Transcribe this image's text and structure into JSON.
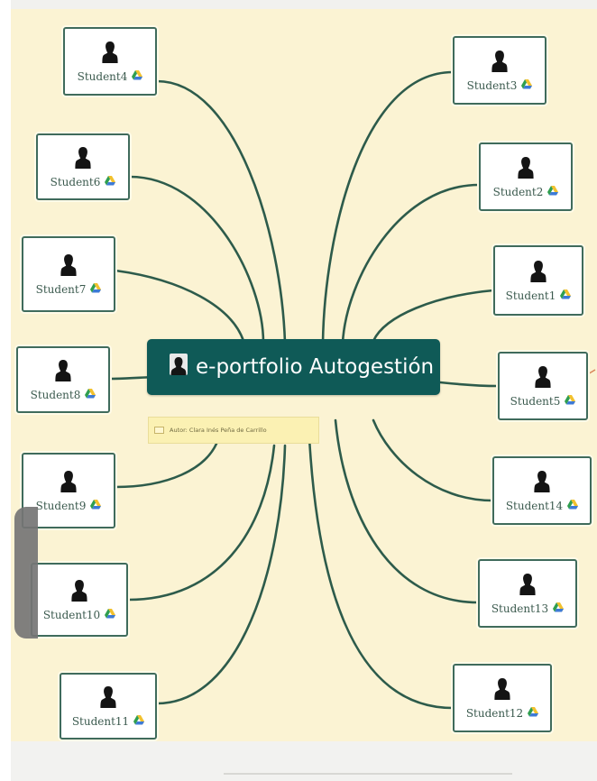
{
  "central_topic": {
    "title": "e-portfolio Autogestión"
  },
  "author_note": {
    "text": "Autor: Clara Inés Peña de Carrillo"
  },
  "colors": {
    "background": "#fbf3d3",
    "central": "#0f5a57",
    "connector": "#2d5b4b",
    "node_border": "#3f6b5c",
    "drive_green": "#2f9e4f",
    "drive_yellow": "#f2c12e",
    "drive_blue": "#3d7ad6"
  },
  "icons": {
    "avatar": "person-silhouette-icon",
    "drive": "google-drive-icon",
    "note": "note-icon"
  },
  "students": {
    "left": [
      "Student4",
      "Student6",
      "Student7",
      "Student8",
      "Student9",
      "Student10",
      "Student11"
    ],
    "right": [
      "Student3",
      "Student2",
      "Student1",
      "Student5",
      "Student14",
      "Student13",
      "Student12"
    ]
  }
}
